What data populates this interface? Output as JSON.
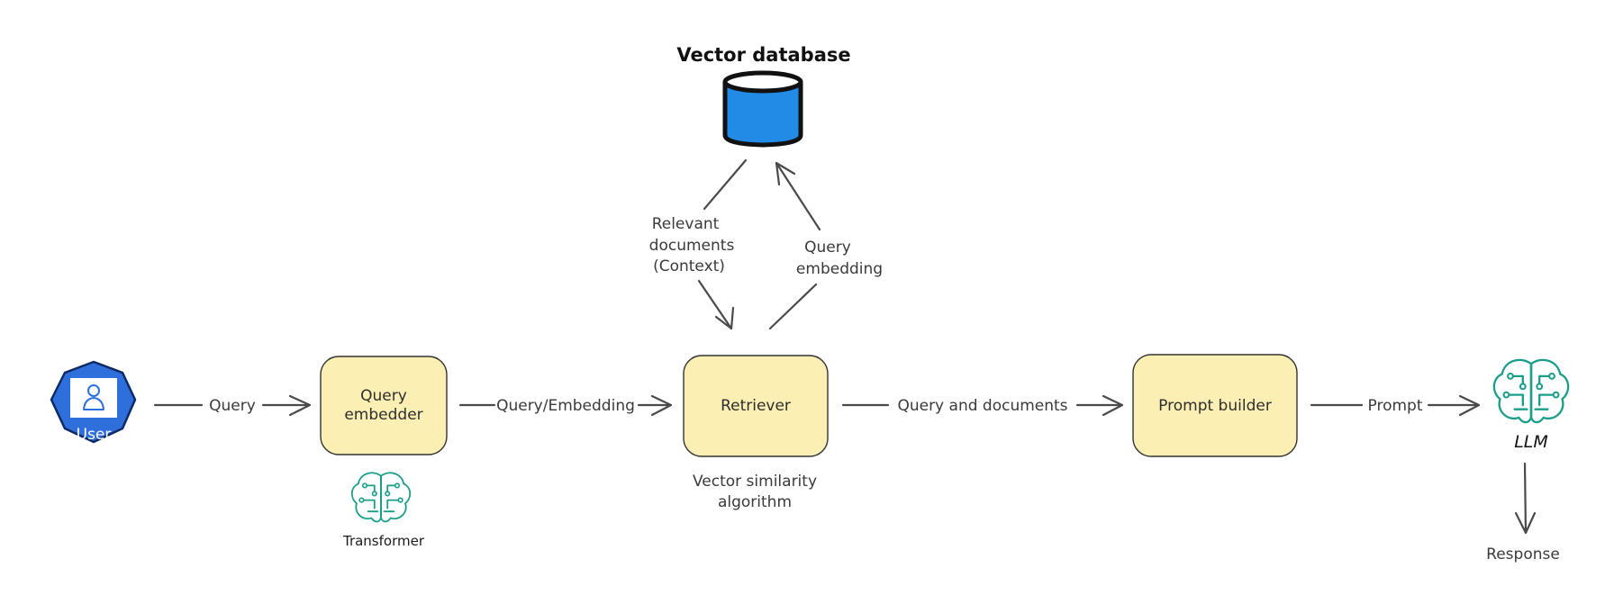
{
  "colors": {
    "box_fill": "#fcefb4",
    "database_fill": "#228be6",
    "user_fill": "#2f6fdb",
    "ai_icon": "#1a9e8a",
    "arrow": "#4a4a4a"
  },
  "nodes": {
    "user": {
      "label": "User",
      "icon": "user-icon"
    },
    "query_embedder": {
      "line1": "Query",
      "line2": "embedder"
    },
    "retriever": {
      "label": "Retriever"
    },
    "prompt_builder": {
      "label": "Prompt builder"
    },
    "vector_db": {
      "label": "Vector database",
      "icon": "database-icon"
    },
    "llm": {
      "label": "LLM",
      "icon": "brain-circuit-icon"
    },
    "transformer": {
      "label": "Transformer",
      "icon": "brain-circuit-icon"
    }
  },
  "edges": {
    "query": "Query",
    "query_embedding": "Query/Embedding",
    "query_and_documents": "Query and documents",
    "prompt": "Prompt",
    "response": "Response",
    "relevant_docs": {
      "line1": "Relevant",
      "line2": "documents",
      "line3": "(Context)"
    },
    "query_embedding_up": {
      "line1": "Query",
      "line2": "embedding"
    }
  },
  "annotations": {
    "vector_similarity": {
      "line1": "Vector similarity",
      "line2": "algorithm"
    }
  }
}
